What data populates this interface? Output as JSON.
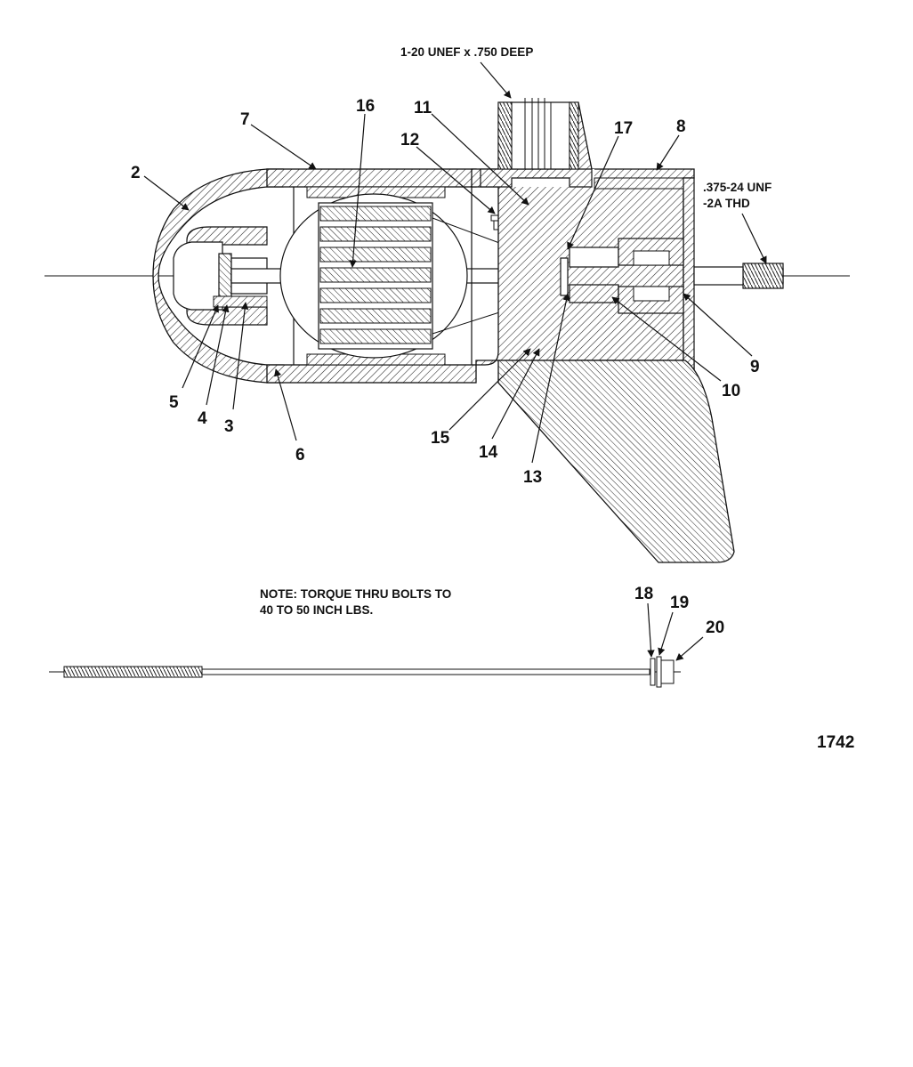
{
  "callouts": {
    "c2": "2",
    "c3": "3",
    "c4": "4",
    "c5": "5",
    "c6": "6",
    "c7": "7",
    "c8": "8",
    "c9": "9",
    "c10": "10",
    "c11": "11",
    "c12": "12",
    "c13": "13",
    "c14": "14",
    "c15": "15",
    "c16": "16",
    "c17": "17",
    "c18": "18",
    "c19": "19",
    "c20": "20"
  },
  "notes": {
    "thread_top": "1-20 UNEF x .750 DEEP",
    "thread_shaft_line1": ".375-24 UNF",
    "thread_shaft_line2": "-2A THD",
    "torque_line1": "NOTE: TORQUE THRU BOLTS TO",
    "torque_line2": "40 TO 50 INCH LBS."
  },
  "figure_number": "1742"
}
